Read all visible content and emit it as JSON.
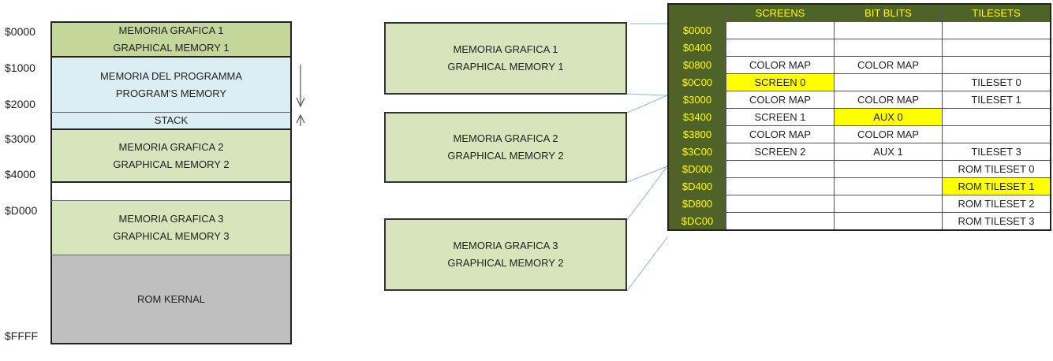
{
  "memory_map": {
    "addresses": [
      "$0000",
      "$1000",
      "$2000",
      "$3000",
      "$4000",
      "$D000",
      "$FFFF"
    ],
    "blocks": [
      {
        "line1": "MEMORIA GRAFICA 1",
        "line2": "GRAPHICAL MEMORY 1",
        "color": "#c4d79b"
      },
      {
        "line1": "MEMORIA DEL PROGRAMMA",
        "line2": "PROGRAM'S MEMORY",
        "color": "#daeef3"
      },
      {
        "line1": "STACK",
        "line2": "",
        "color": "#daeef3"
      },
      {
        "line1": "MEMORIA GRAFICA 2",
        "line2": "GRAPHICAL MEMORY 2",
        "color": "#d8e4bc"
      },
      {
        "line1": "",
        "line2": "",
        "color": "#ffffff"
      },
      {
        "line1": "MEMORIA GRAFICA 3",
        "line2": "GRAPHICAL MEMORY 3",
        "color": "#d8e4bc"
      },
      {
        "line1": "ROM KERNAL",
        "line2": "",
        "color": "#bfbfbf"
      }
    ],
    "arrows": {
      "program_growth": "down-arrow",
      "stack_growth": "up-arrow"
    }
  },
  "banks": [
    {
      "line1": "MEMORIA GRAFICA 1",
      "line2": "GRAPHICAL MEMORY 1"
    },
    {
      "line1": "MEMORIA GRAFICA 2",
      "line2": "GRAPHICAL MEMORY 2"
    },
    {
      "line1": "MEMORIA GRAFICA 3",
      "line2": "GRAPHICAL MEMORY 2"
    }
  ],
  "table": {
    "headers": [
      "",
      "SCREENS",
      "BIT BLITS",
      "TILESETS"
    ],
    "rows": [
      {
        "addr": "$0000",
        "screens": "",
        "bitblits": "",
        "tilesets": ""
      },
      {
        "addr": "$0400",
        "screens": "",
        "bitblits": "",
        "tilesets": ""
      },
      {
        "addr": "$0800",
        "screens": "COLOR MAP",
        "bitblits": "COLOR MAP",
        "tilesets": ""
      },
      {
        "addr": "$0C00",
        "screens": "SCREEN 0",
        "bitblits": "",
        "tilesets": "TILESET 0"
      },
      {
        "addr": "$3000",
        "screens": "COLOR MAP",
        "bitblits": "COLOR MAP",
        "tilesets": "TILESET 1"
      },
      {
        "addr": "$3400",
        "screens": "SCREEN 1",
        "bitblits": "AUX 0",
        "tilesets": ""
      },
      {
        "addr": "$3800",
        "screens": "COLOR MAP",
        "bitblits": "COLOR MAP",
        "tilesets": ""
      },
      {
        "addr": "$3C00",
        "screens": "SCREEN 2",
        "bitblits": "AUX 1",
        "tilesets": "TILESET 3"
      },
      {
        "addr": "$D000",
        "screens": "",
        "bitblits": "",
        "tilesets": "ROM TILESET 0"
      },
      {
        "addr": "$D400",
        "screens": "",
        "bitblits": "",
        "tilesets": "ROM TILESET 1"
      },
      {
        "addr": "$D800",
        "screens": "",
        "bitblits": "",
        "tilesets": "ROM TILESET 2"
      },
      {
        "addr": "$DC00",
        "screens": "",
        "bitblits": "",
        "tilesets": "ROM TILESET 3"
      }
    ],
    "highlighted": [
      "SCREEN 0",
      "AUX 0",
      "ROM TILESET 1"
    ],
    "colors": {
      "header_bg": "#4f6228",
      "header_text": "#ffff00",
      "highlight": "#ffff00",
      "connector": "#8db4e2"
    }
  }
}
